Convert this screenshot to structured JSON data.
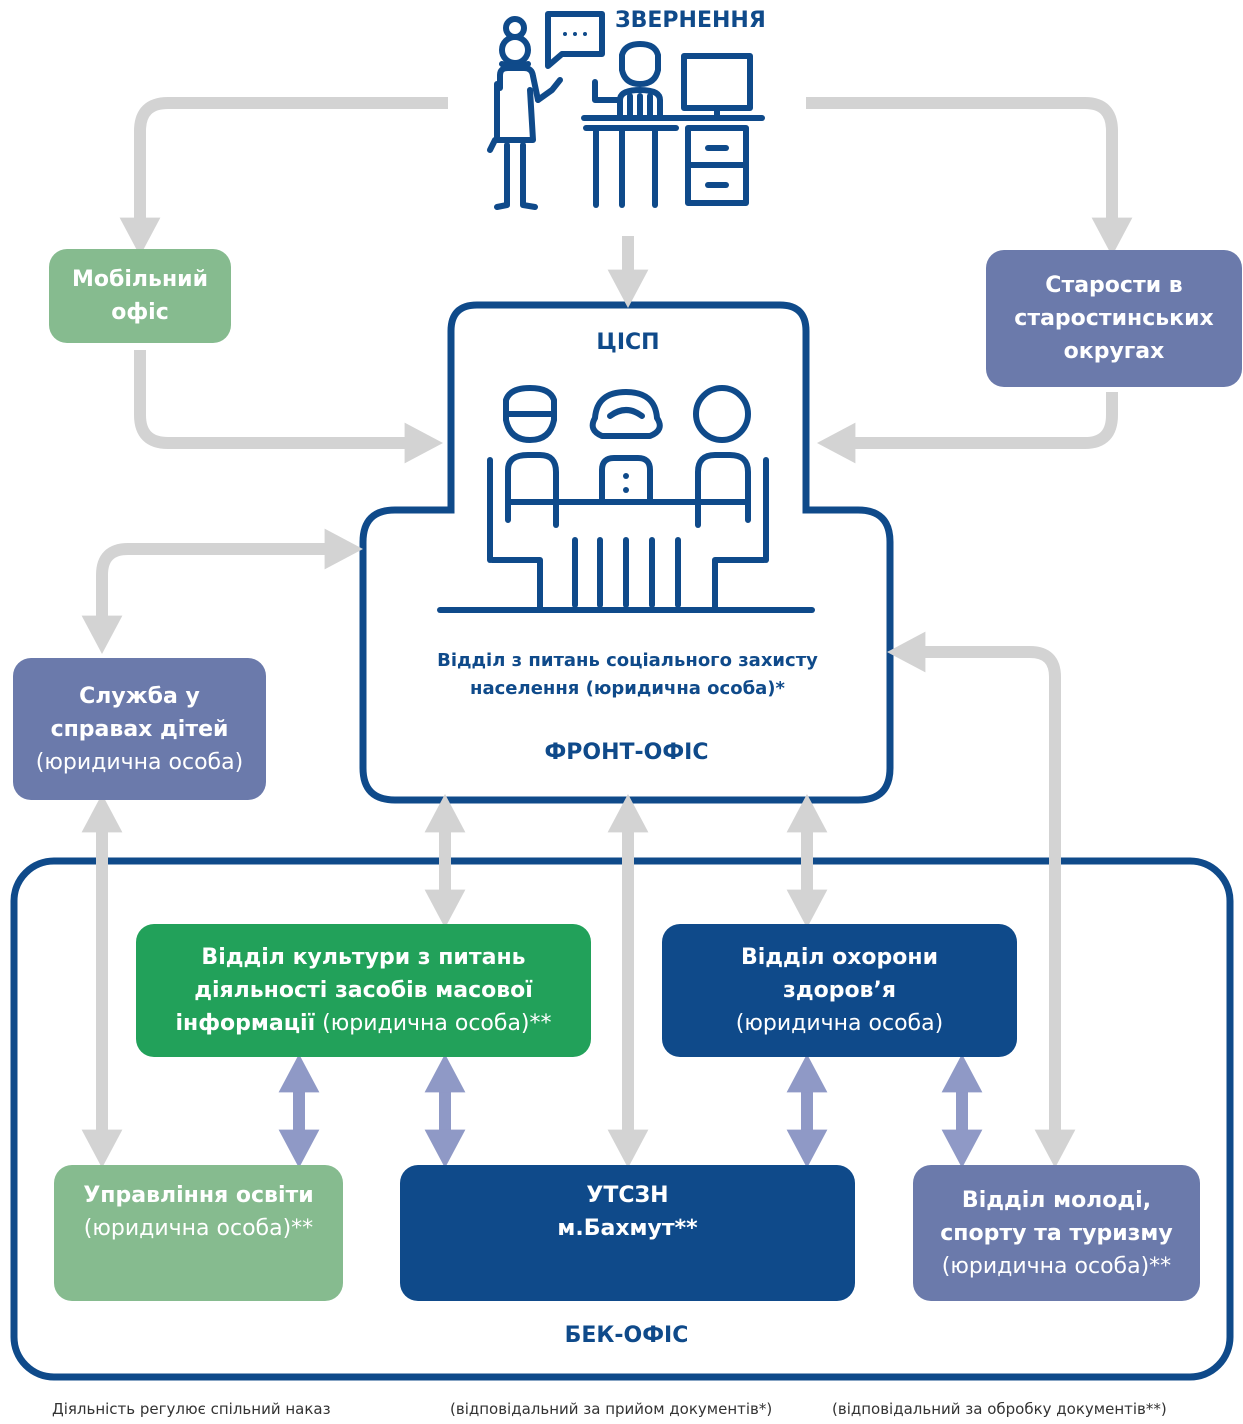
{
  "header": {
    "appeal_label": "ЗВЕРНЕННЯ"
  },
  "front": {
    "cisp_label": "ЦІСП",
    "dept_label": "Відділ з питань соціального захисту населення (юридична особа)*",
    "dept_line1": "Відділ з питань соціального захисту",
    "dept_line2": "населення (юридична особа)*",
    "office_label": "ФРОНТ-ОФІС"
  },
  "boxes": {
    "mobile_office": {
      "line1": "Мобільний",
      "line2": "офіс"
    },
    "elders": {
      "line1": "Старости в",
      "line2": "старостинських",
      "line3": "округах"
    },
    "children": {
      "line1": "Служба у",
      "line2": "справах дітей",
      "line3": "(юридична особа)"
    },
    "culture": {
      "line1": "Відділ культури з питань",
      "line2": "діяльності засобів масової",
      "line3_bold": "інформації",
      "line3_normal": " (юридична особа)**"
    },
    "health": {
      "line1": "Відділ охорони",
      "line2": "здоров’я",
      "line3": "(юридична особа)"
    },
    "education": {
      "line1": "Управління освіти",
      "line2": "(юридична особа)**"
    },
    "utszn": {
      "line1": "УТСЗН",
      "line2": "м.Бахмут**"
    },
    "youth": {
      "line1": "Відділ молоді,",
      "line2": "спорту та туризму",
      "line3": "(юридична особа)**"
    }
  },
  "back": {
    "office_label": "БЕК-ОФІС"
  },
  "footer": {
    "left": "Діяльність регулює спільний наказ",
    "middle": "(відповідальний за прийом документів*)",
    "right": "(відповідальний за обробку документів**)"
  },
  "colors": {
    "dark_blue": "#0f4a8a",
    "light_green": "#86bb8f",
    "green": "#22a15a",
    "slate": "#6b7aab",
    "arrow_gray": "#d3d3d3",
    "arrow_purple": "#8f99c6"
  }
}
